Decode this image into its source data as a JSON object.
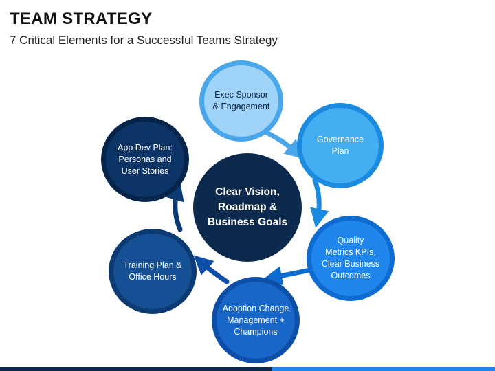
{
  "header": {
    "title": "TEAM STRATEGY",
    "subtitle": "7 Critical Elements for a Successful Teams Strategy"
  },
  "center": {
    "label": "Clear Vision,\nRoadmap &\nBusiness Goals",
    "color": "#0b2a4d"
  },
  "elements": [
    {
      "id": "exec-sponsor",
      "label": "Exec Sponsor\n& Engagement",
      "fill": "#9fd3f7",
      "ring": "#4aa6ea",
      "text_color": "#0a2340"
    },
    {
      "id": "governance",
      "label": "Governance\nPlan",
      "fill": "#43aef2",
      "ring": "#1a8be0",
      "text_color": "#ffffff"
    },
    {
      "id": "quality-metrics",
      "label": "Quality\nMetrics KPIs,\nClear Business\nOutcomes",
      "fill": "#1e86ec",
      "ring": "#0e6cd0",
      "text_color": "#ffffff"
    },
    {
      "id": "adoption-change",
      "label": "Adoption Change\nManagement +\nChampions",
      "fill": "#1766c8",
      "ring": "#0d4fa8",
      "text_color": "#ffffff"
    },
    {
      "id": "training-plan",
      "label": "Training Plan &\nOffice Hours",
      "fill": "#154f94",
      "ring": "#0c3a72",
      "text_color": "#ffffff"
    },
    {
      "id": "app-dev-plan",
      "label": "App Dev Plan:\nPersonas and\nUser Stories",
      "fill": "#0d3466",
      "ring": "#07244a",
      "text_color": "#ffffff"
    }
  ],
  "colors": {
    "bar_dark": "#0b2a4d",
    "bar_light": "#1e86ec"
  }
}
